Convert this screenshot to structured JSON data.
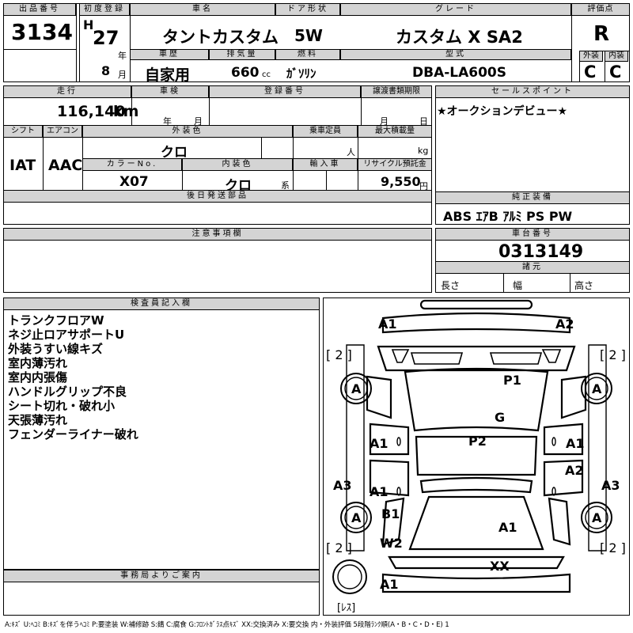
{
  "header": {
    "lot_label": "出品番号",
    "lot": "3134",
    "reg_label": "初度登録",
    "era": "H",
    "year": "27",
    "year_unit": "年",
    "month": "8",
    "month_unit": "月",
    "car_label": "車名",
    "car": "タントカスタム",
    "door_label": "ドア形状",
    "door": "5W",
    "grade_label": "グレード",
    "grade": "カスタム X SA2",
    "score_label": "評価点",
    "score": "R",
    "history_label": "車歴",
    "history": "自家用",
    "displacement_label": "排気量",
    "displacement": "660",
    "displacement_unit": "cc",
    "fuel_label": "燃料",
    "fuel": "ｶﾞｿﾘﾝ",
    "model_label": "型式",
    "model": "DBA-LA600S",
    "ext_label": "外装",
    "ext": "C",
    "int_label": "内装",
    "int": "C"
  },
  "mid": {
    "mileage_label": "走行",
    "mileage": "116,140",
    "mileage_unit": "km",
    "inspection_label": "車検",
    "insp_year_unit": "年",
    "insp_month_unit": "月",
    "regno_label": "登録番号",
    "transfer_label": "譲渡書類期限",
    "transfer_month_unit": "月",
    "transfer_day_unit": "日",
    "shift_label": "シフト",
    "shift": "IAT",
    "ac_label": "エアコン",
    "ac": "AAC",
    "color_label": "外装色",
    "color": "クロ",
    "capacity_label": "乗車定員",
    "capacity_unit": "人",
    "load_label": "最大積載量",
    "load_unit": "kg",
    "colorno_label": "カラーNo.",
    "colorno": "X07",
    "intcolor_label": "内装色",
    "intcolor": "クロ",
    "intcolor_unit": "系",
    "import_label": "輸入車",
    "recycle_label": "リサイクル預託金",
    "recycle": "9,550",
    "recycle_unit": "円",
    "later_label": "後日発送部品"
  },
  "sales": {
    "label": "セールスポイント",
    "text": "★オークションデビュー★",
    "equip_label": "純正装備",
    "equip": "ABS ｴｱB ｱﾙﾐ PS PW"
  },
  "notes": {
    "label": "注意事項欄",
    "chassis_label": "車台番号",
    "chassis": "0313149",
    "specs_label": "諸元",
    "len_label": "長さ",
    "width_label": "幅",
    "height_label": "高さ"
  },
  "inspector": {
    "label": "検査員記入欄",
    "lines": [
      "トランクフロアW",
      "ネジ止ロアサポートU",
      "外装うすい線キズ",
      "室内薄汚れ",
      "室内内張傷",
      "ハンドルグリップ不良",
      "シート切れ・破れ小",
      "天張薄汚れ",
      "フェンダーライナー破れ"
    ]
  },
  "office": {
    "label": "事務局よりご案内"
  },
  "diagram": {
    "marks": {
      "a1_tl": "A1",
      "a2_tr": "A2",
      "tire_fl": "[ 2 ]",
      "tire_fr": "[ 2 ]",
      "wheel_fl": "A",
      "wheel_fr": "A",
      "p1": "P1",
      "g": "G",
      "p2": "P2",
      "a1_l1": "A1",
      "a1_r1": "A1",
      "a2_r": "A2",
      "a3_l": "A3",
      "a3_r": "A3",
      "a1_l2": "A1",
      "b1": "B1",
      "w2": "W2",
      "wheel_rl": "A",
      "wheel_rr": "A",
      "a1_r2": "A1",
      "tire_rl": "[ 2 ]",
      "tire_rr": "[ 2 ]",
      "xx": "XX",
      "a1_b": "A1",
      "spare": "[ﾚｽ]"
    }
  },
  "legend": "A:ｷｽﾞ U:ﾍｺﾐ B:ｷｽﾞを伴うﾍｺﾐ P:要塗装 W:補修跡 S:錆 C:腐食 G:ﾌﾛﾝﾄｶﾞﾗｽ点ｷｽﾞ XX:交換済み X:要交換 内・外装評価 5段階ﾗﾝｸ順(A・B・C・D・E) 1"
}
